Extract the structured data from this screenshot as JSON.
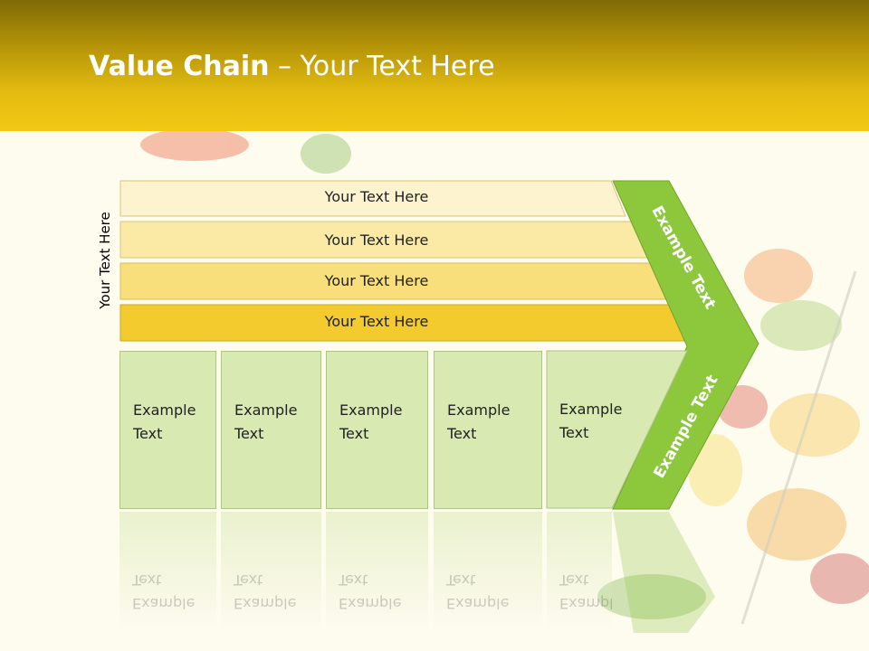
{
  "slide": {
    "title_bold": "Value Chain",
    "title_rest": " – Your Text Here",
    "side_label": "Your Text Here",
    "rows": [
      {
        "label": "Your Text Here"
      },
      {
        "label": "Your Text Here"
      },
      {
        "label": "Your Text Here"
      },
      {
        "label": "Your Text Here"
      }
    ],
    "boxes": [
      {
        "line1": "Example",
        "line2": "Text"
      },
      {
        "line1": "Example",
        "line2": "Text"
      },
      {
        "line1": "Example",
        "line2": "Text"
      },
      {
        "line1": "Example",
        "line2": "Text"
      },
      {
        "line1": "Example",
        "line2": "Text"
      }
    ],
    "chevron_upper": "Example Text",
    "chevron_lower": "Example Text"
  },
  "colors": {
    "header": "#e2bb10",
    "row1": "#fdf4cf",
    "row2": "#fbeaa6",
    "row3": "#f8df7b",
    "row4": "#f3cb2e",
    "box": "#d8e9b2",
    "chevron": "#8cc73c"
  }
}
